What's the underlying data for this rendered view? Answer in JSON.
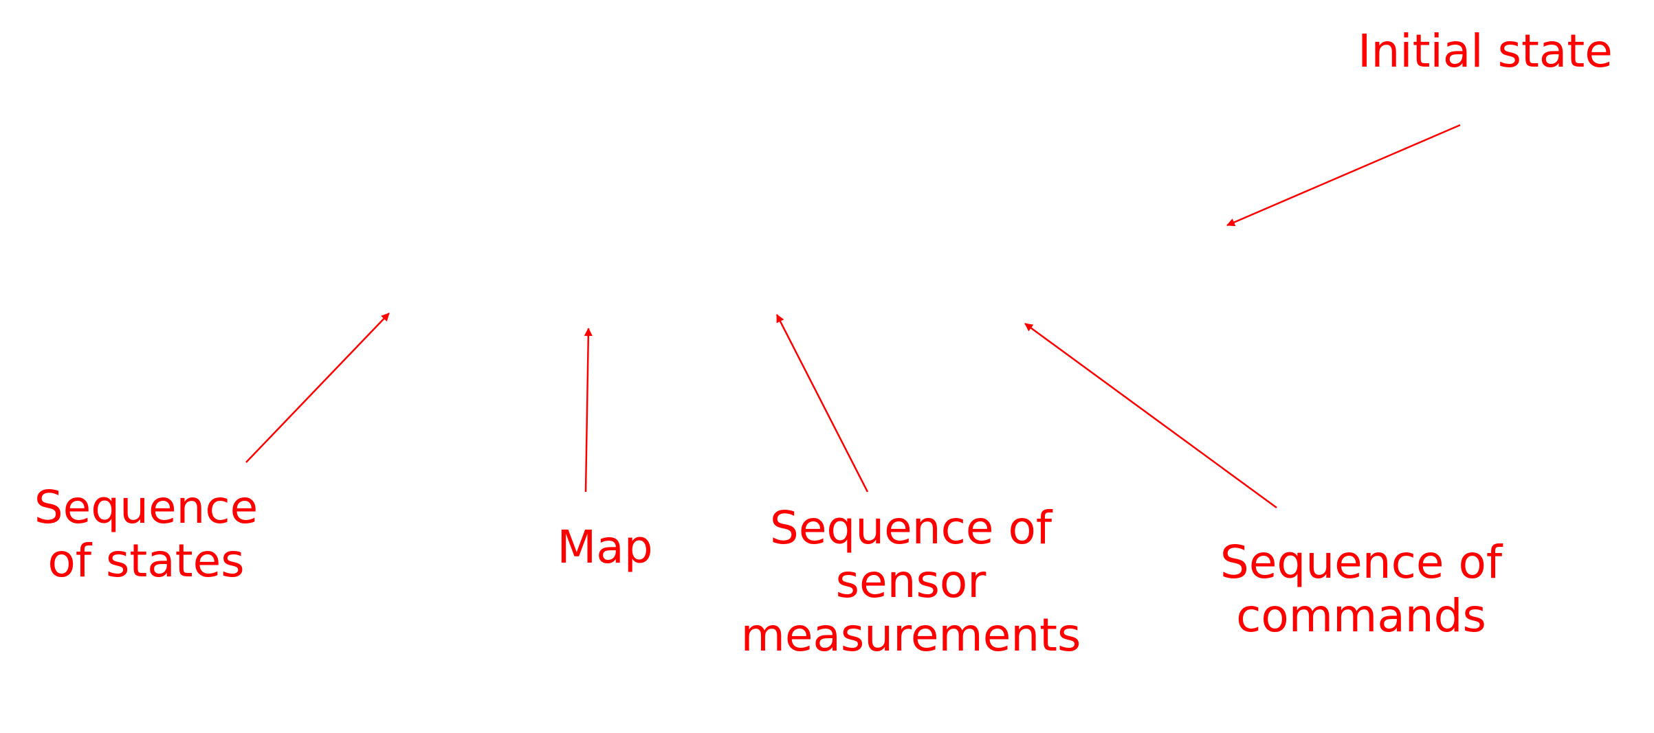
{
  "accent_color": "#ff0000",
  "labels": {
    "initial_state": [
      "Initial state"
    ],
    "sequence_of_states": [
      "Sequence",
      "of states"
    ],
    "map": [
      "Map"
    ],
    "sequence_of_sensor_measurements": [
      "Sequence of",
      "sensor",
      "measurements"
    ],
    "sequence_of_commands": [
      "Sequence of",
      "commands"
    ]
  }
}
